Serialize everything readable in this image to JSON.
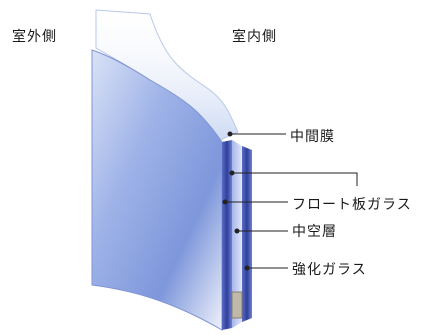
{
  "labels": {
    "outside": "室外側",
    "inside": "室内側",
    "interlayer_film": "中間膜",
    "float_glass": "フロート板ガラス",
    "hollow_layer": "中空層",
    "tempered_glass": "強化ガラス"
  },
  "colors": {
    "glass_face": "#8fa6e0",
    "glass_edge": "#3a4aa8",
    "leader_line": "#222222"
  }
}
